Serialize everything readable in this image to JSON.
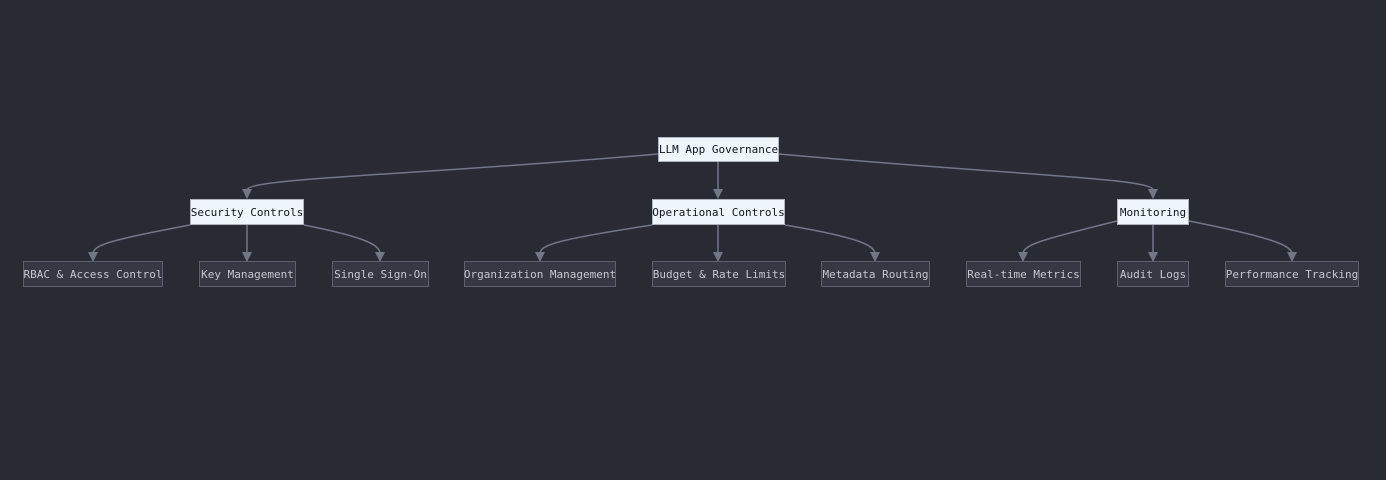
{
  "diagram": {
    "root": {
      "id": "root",
      "label": "LLM App Governance"
    },
    "groups": [
      {
        "id": "security",
        "label": "Security Controls",
        "children": [
          {
            "id": "rbac",
            "label": "RBAC & Access Control"
          },
          {
            "id": "keymgmt",
            "label": "Key Management"
          },
          {
            "id": "sso",
            "label": "Single Sign-On"
          }
        ]
      },
      {
        "id": "operational",
        "label": "Operational Controls",
        "children": [
          {
            "id": "orgmgmt",
            "label": "Organization Management"
          },
          {
            "id": "budget",
            "label": "Budget & Rate Limits"
          },
          {
            "id": "metadata",
            "label": "Metadata Routing"
          }
        ]
      },
      {
        "id": "monitoring",
        "label": "Monitoring",
        "children": [
          {
            "id": "metrics",
            "label": "Real-time Metrics"
          },
          {
            "id": "audit",
            "label": "Audit Logs"
          },
          {
            "id": "perf",
            "label": "Performance Tracking"
          }
        ]
      }
    ]
  },
  "colors": {
    "background": "#282b34",
    "edge": "#727787",
    "primary_fill": "#eef6fc",
    "leaf_fill": "#363944"
  }
}
